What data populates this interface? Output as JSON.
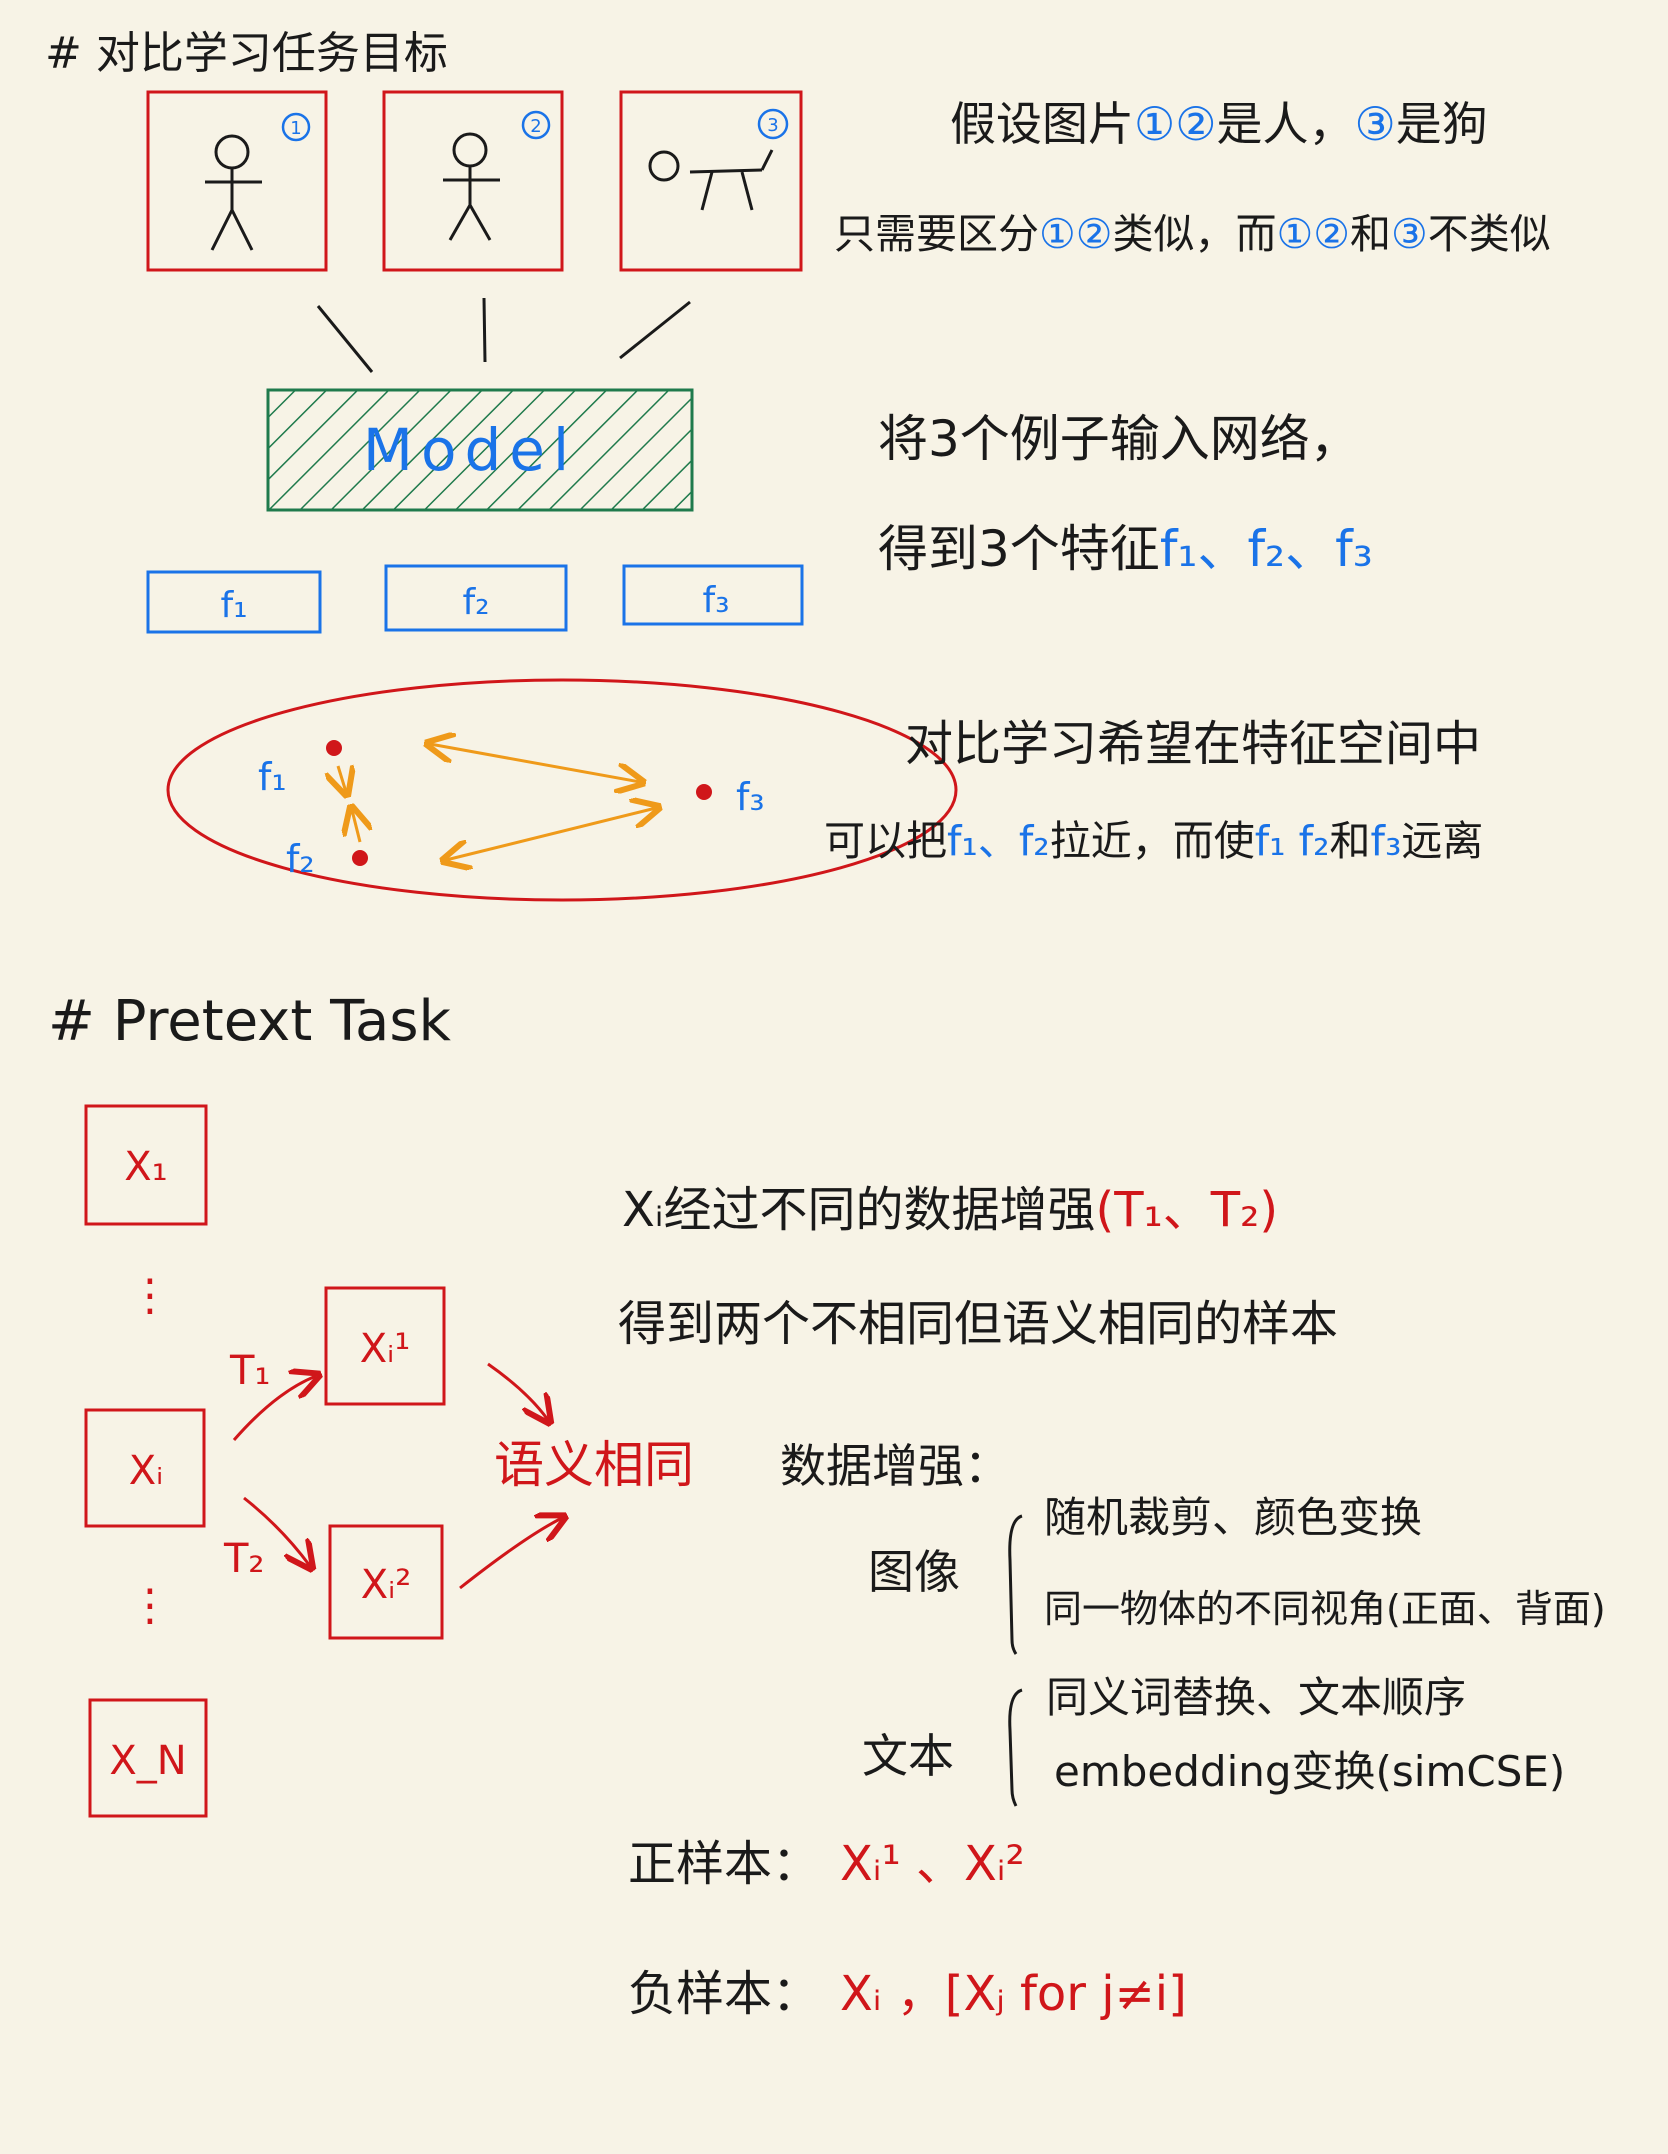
{
  "colors": {
    "paper": "#f7f3e6",
    "ink": "#1a1a1a",
    "red": "#d0161a",
    "blue": "#1a73e8",
    "green": "#1f7a4c",
    "orange": "#ef9a1a"
  },
  "section1": {
    "heading": "# 对比学习任务目标",
    "images": [
      {
        "badge": "1",
        "content": "person"
      },
      {
        "badge": "2",
        "content": "person"
      },
      {
        "badge": "3",
        "content": "dog"
      }
    ],
    "model_label": "Model",
    "features": [
      "f₁",
      "f₂",
      "f₃"
    ],
    "note_line1_prefix": "假设图片",
    "note_line1_a": "①②",
    "note_line1_mid": "是人，",
    "note_line1_b": "③",
    "note_line1_suffix": "是狗",
    "note_line2_prefix": "只需要区分",
    "note_line2_a": "①②",
    "note_line2_mid": "类似，而",
    "note_line2_b": "①②",
    "note_line2_and": "和",
    "note_line2_c": "③",
    "note_line2_suffix": "不类似",
    "note_line3": "将3个例子输入网络，",
    "note_line4_prefix": "得到3个特征",
    "note_line4_feats": "f₁、f₂、f₃",
    "space_labels": [
      "f₁",
      "f₂",
      "f₃"
    ],
    "note_line5": "对比学习希望在特征空间中",
    "note_line6_prefix": "可以把",
    "note_line6_a": "f₁、f₂",
    "note_line6_mid": "拉近，而使",
    "note_line6_b": "f₁ f₂",
    "note_line6_and": "和",
    "note_line6_c": "f₃",
    "note_line6_suffix": "远离"
  },
  "section2": {
    "heading": "# Pretext Task",
    "samples": [
      "X₁",
      "Xᵢ",
      "X_N"
    ],
    "dots": "⋮",
    "views": [
      "Xᵢ¹",
      "Xᵢ²"
    ],
    "transforms": [
      "T₁",
      "T₂"
    ],
    "same_semantics": "语义相同",
    "note1_prefix": "Xᵢ经过不同的数据增强",
    "note1_transforms": "(T₁、T₂)",
    "note2": "得到两个不相同但语义相同的样本",
    "aug_title": "数据增强：",
    "image_label": "图像",
    "image_items": [
      "随机裁剪、颜色变换",
      "同一物体的不同视角(正面、背面)"
    ],
    "text_label": "文本",
    "text_items": [
      "同义词替换、文本顺序",
      "embedding变换(simCSE)"
    ],
    "positive_label": "正样本：",
    "positive_value": "Xᵢ¹ 、Xᵢ²",
    "negative_label": "负样本：",
    "negative_value": "Xᵢ ，[Xⱼ for j≠i]"
  }
}
